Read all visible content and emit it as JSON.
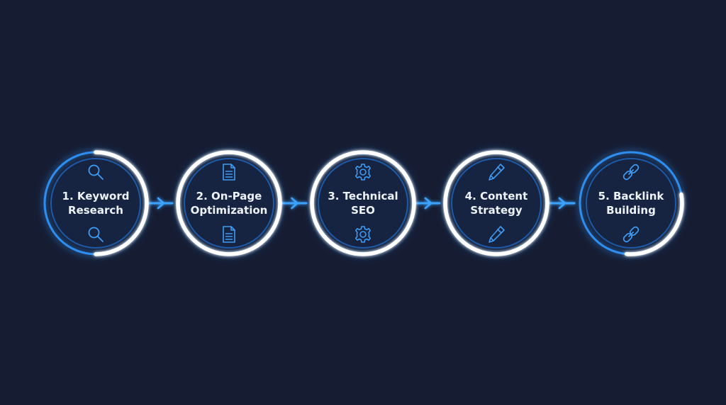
{
  "colors": {
    "background": "#161d33",
    "glow": "#2e8ef0",
    "ring_outer": "#2a86e8",
    "ring_inner": "#1c5aa8",
    "icon": "#3f9cf5",
    "text": "#eef3fb",
    "connector": "#3aa2ff",
    "progress_arc": "#ffffff"
  },
  "steps": [
    {
      "line1": "1. Keyword",
      "line2": "Research",
      "icon": "search-icon",
      "arc": "right-half"
    },
    {
      "line1": "2. On-Page",
      "line2": "Optimization",
      "icon": "document-icon",
      "arc": "full"
    },
    {
      "line1": "3. Technical",
      "line2": "SEO",
      "icon": "gear-icon",
      "arc": "full"
    },
    {
      "line1": "4. Content",
      "line2": "Strategy",
      "icon": "pencil-icon",
      "arc": "full"
    },
    {
      "line1": "5. Backlink",
      "line2": "Building",
      "icon": "link-icon",
      "arc": "bottom-right"
    }
  ],
  "connectors": [
    "arrow-right-icon",
    "arrow-right-icon",
    "arrow-right-icon",
    "arrow-right-icon"
  ]
}
